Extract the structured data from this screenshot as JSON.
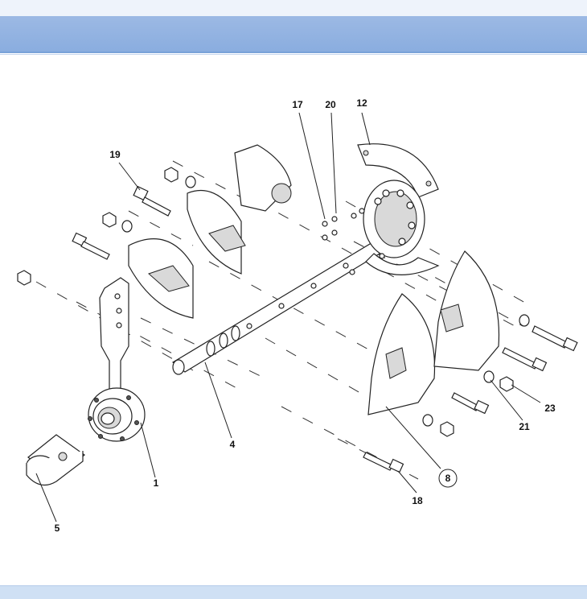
{
  "callouts": [
    {
      "id": "c17",
      "text": "17"
    },
    {
      "id": "c20",
      "text": "20"
    },
    {
      "id": "c12",
      "text": "12"
    },
    {
      "id": "c19",
      "text": "19"
    },
    {
      "id": "c4",
      "text": "4"
    },
    {
      "id": "c1",
      "text": "1"
    },
    {
      "id": "c5",
      "text": "5"
    },
    {
      "id": "c8",
      "text": "8"
    },
    {
      "id": "c18",
      "text": "18"
    },
    {
      "id": "c21",
      "text": "21"
    },
    {
      "id": "c23",
      "text": "23"
    }
  ],
  "colors": {
    "header": "#8fb2e1",
    "footer": "#cfe0f4",
    "line": "#222222"
  }
}
